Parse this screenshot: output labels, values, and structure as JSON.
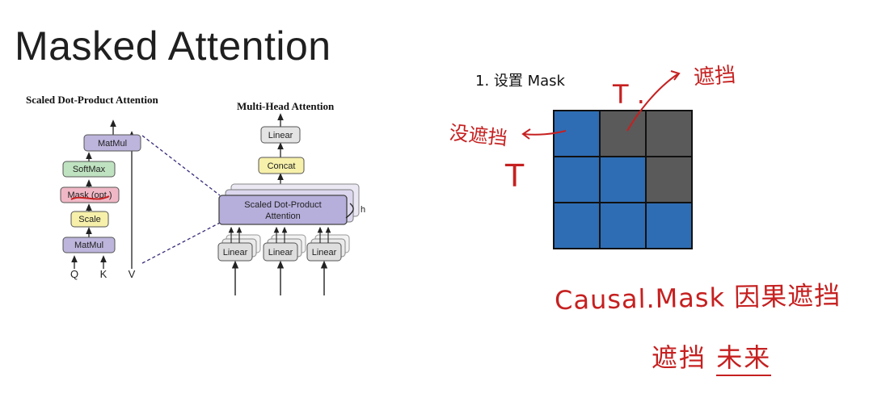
{
  "slide": {
    "title": "Masked Attention"
  },
  "sdpa": {
    "heading": "Scaled Dot-Product Attention",
    "blocks": {
      "matmul_top": "MatMul",
      "softmax": "SoftMax",
      "mask": "Mask (opt.)",
      "scale": "Scale",
      "matmul_bottom": "MatMul"
    },
    "inputs": {
      "q": "Q",
      "k": "K",
      "v": "V"
    }
  },
  "mha": {
    "heading": "Multi-Head Attention",
    "linear_top": "Linear",
    "concat": "Concat",
    "sdpa_line1": "Scaled Dot-Product",
    "sdpa_line2": "Attention",
    "h": "h",
    "linear_inputs": [
      "Linear",
      "Linear",
      "Linear"
    ]
  },
  "mask_panel": {
    "step": "1. 设置 Mask",
    "grid": [
      [
        "visible",
        "masked",
        "masked"
      ],
      [
        "visible",
        "visible",
        "masked"
      ],
      [
        "visible",
        "visible",
        "visible"
      ]
    ],
    "colors": {
      "visible": "#2e6db4",
      "masked": "#5a5a5a",
      "grid_line": "#111111",
      "ink": "#c62020"
    }
  },
  "annotations": {
    "t_top": "T .",
    "masked": "遮挡",
    "unmasked": "没遮挡",
    "t_left": "T",
    "causal_mask": "Causal.Mask 因果遮挡",
    "mask_word": "遮挡",
    "future": "未来"
  }
}
